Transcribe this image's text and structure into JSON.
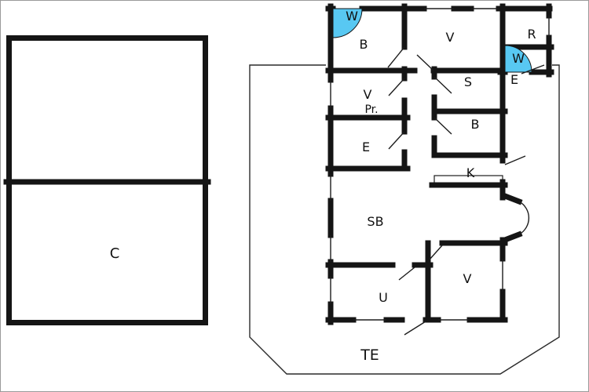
{
  "plan": {
    "building_left": {
      "room_c": "C"
    },
    "plot": {
      "terrain": "TE"
    },
    "building_right": {
      "w_top": "W",
      "b_top": "B",
      "v_top": "V",
      "r_top": "R",
      "w_side": "W",
      "e_side": "E",
      "s": "S",
      "v_pr_line1": "V",
      "v_pr_line2": "Pr.",
      "b_mid": "B",
      "e_mid": "E",
      "k": "K",
      "sb": "SB",
      "u": "U",
      "v_bottom": "V"
    }
  },
  "colors": {
    "wall": "#151515",
    "door_swing": "#58c8f2",
    "background": "#ffffff"
  }
}
